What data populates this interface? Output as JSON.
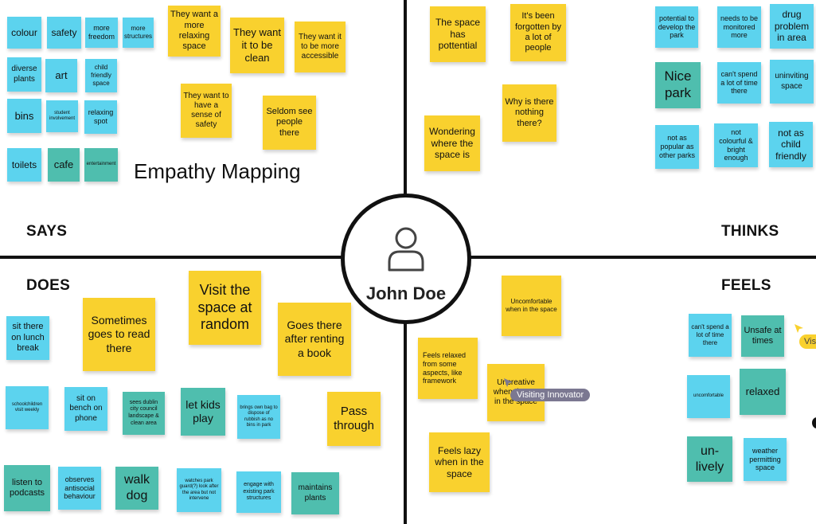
{
  "board": {
    "title": "Empathy Mapping",
    "persona_name": "John Doe",
    "quadrants": {
      "says": "SAYS",
      "thinks": "THINKS",
      "does": "DOES",
      "feels": "FEELS"
    },
    "collaborator_tag": "Visiting Innovator",
    "collaborator_tag_2": "Vis"
  },
  "colors": {
    "yellow": "#f9d12e",
    "blue": "#5cd3ee",
    "teal": "#4fbeae",
    "divider": "#111111",
    "tag": "#7b7891"
  },
  "icons": {
    "persona": "person-outline-icon",
    "cursor": "cursor-arrow-icon"
  },
  "notes": {
    "says": [
      "colour",
      "safety",
      "more freedom",
      "more structures",
      "diverse plants",
      "art",
      "child friendly space",
      "bins",
      "student involvement",
      "relaxing spot",
      "toilets",
      "cafe",
      "entertainment",
      "They want a more relaxing space",
      "They want it to be clean",
      "They want it to be more accessible",
      "They want to have a sense of safety",
      "Seldom see people there"
    ],
    "thinks": [
      "The space has pottential",
      "It's been forgotten by a lot of people",
      "Why is there nothing there?",
      "Wondering where the space is",
      "potential to develop the park",
      "needs to be monitored more",
      "drug problem in area",
      "Nice park",
      "can't spend a lot of time there",
      "uninviting space",
      "not as popular as other parks",
      "not colourful & bright enough",
      "not as child friendly"
    ],
    "does": [
      "sit there on lunch break",
      "Sometimes goes to read there",
      "Visit the space at random",
      "Goes there after renting a book",
      "Pass through",
      "schoolchildren visit weekly",
      "sit on bench on phone",
      "sees dublin city council landscape & clean area",
      "let kids play",
      "brings own bag to dispose of rubbish as no bins in park",
      "listen to podcasts",
      "observes antisocial behaviour",
      "walk dog",
      "watches park guard(?) look after the area but not intervene",
      "engage with existing park structures",
      "maintains plants"
    ],
    "feels": [
      "Uncomfortable when in the space",
      "Feels relaxed from some aspects, like framework",
      "Uncreative when they're in the space",
      "Feels lazy when in the space",
      "can't spend a lot of time there",
      "Unsafe at times",
      "uncomfortable",
      "relaxed",
      "un-lively",
      "weather permitting space"
    ]
  }
}
